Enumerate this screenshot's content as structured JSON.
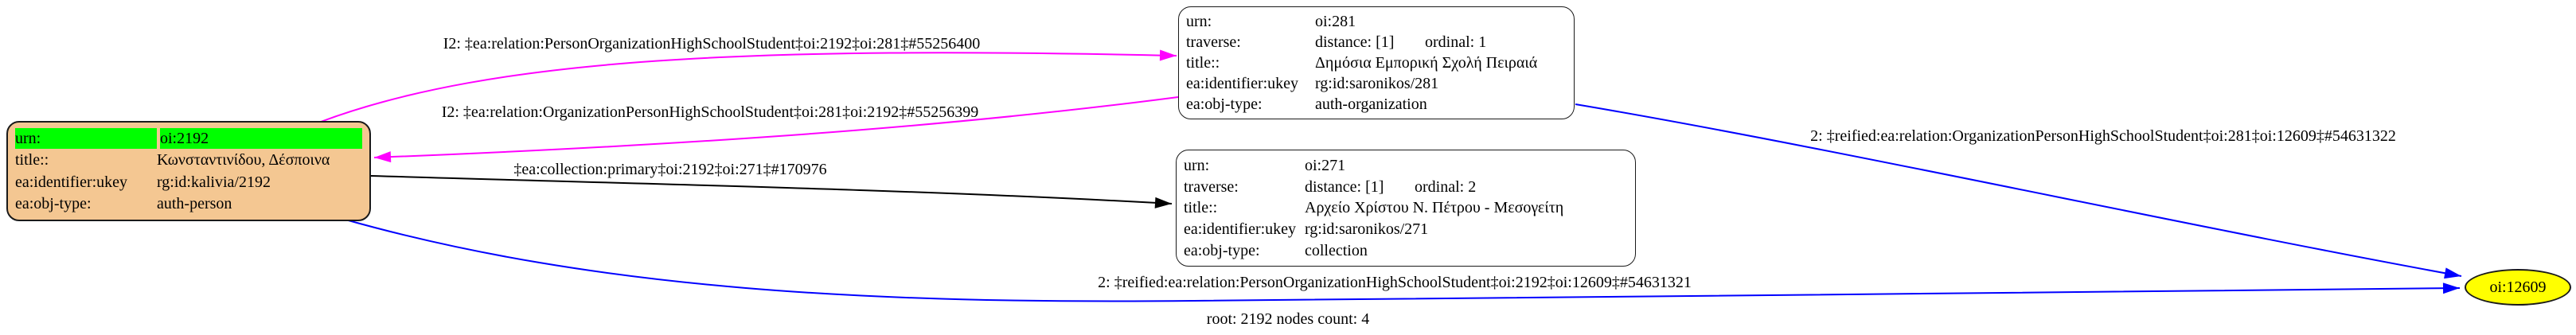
{
  "footer": "root: 2192 nodes count: 4",
  "colors": {
    "root_node_fill": "#f4c792",
    "highlight_green": "#00ff00",
    "leaf_fill": "#ffff00",
    "record_fill": "#ffffff",
    "relation_edge": "#ff00ff",
    "collection_edge": "#000000",
    "reified_edge": "#0000ff"
  },
  "nodes": {
    "root": {
      "rows": [
        {
          "key": "urn:",
          "value": "oi:2192"
        },
        {
          "key": "title::",
          "value": "Κωνσταντινίδου, Δέσποινα"
        },
        {
          "key": "ea:identifier:ukey",
          "value": "rg:id:kalivia/2192"
        },
        {
          "key": "ea:obj-type:",
          "value": "auth-person"
        }
      ]
    },
    "organization": {
      "rows": [
        {
          "key": "urn:",
          "value": "oi:281"
        },
        {
          "key": "traverse:",
          "value": "distance: [1]",
          "value2": "ordinal: 1"
        },
        {
          "key": "title::",
          "value": "Δημόσια Εμπορική Σχολή Πειραιά"
        },
        {
          "key": "ea:identifier:ukey",
          "value": "rg:id:saronikos/281"
        },
        {
          "key": "ea:obj-type:",
          "value": "auth-organization"
        }
      ]
    },
    "collection": {
      "rows": [
        {
          "key": "urn:",
          "value": "oi:271"
        },
        {
          "key": "traverse:",
          "value": "distance: [1]",
          "value2": "ordinal: 2"
        },
        {
          "key": "title::",
          "value": "Αρχείο Χρίστου Ν. Πέτρου - Μεσογείτη"
        },
        {
          "key": "ea:identifier:ukey",
          "value": "rg:id:saronikos/271"
        },
        {
          "key": "ea:obj-type:",
          "value": "collection"
        }
      ]
    },
    "leaf": {
      "label": "oi:12609"
    }
  },
  "edges": [
    {
      "id": "relation-person-org",
      "color": "#ff00ff",
      "label": "I2: ‡ea:relation:PersonOrganizationHighSchoolStudent‡oi:2192‡oi:281‡#55256400"
    },
    {
      "id": "relation-org-person",
      "color": "#ff00ff",
      "label": "I2: ‡ea:relation:OrganizationPersonHighSchoolStudent‡oi:281‡oi:2192‡#55256399"
    },
    {
      "id": "collection-primary",
      "color": "#000000",
      "label": "‡ea:collection:primary‡oi:2192‡oi:271‡#170976"
    },
    {
      "id": "reified-org-leaf",
      "color": "#0000ff",
      "label": "2: ‡reified:ea:relation:OrganizationPersonHighSchoolStudent‡oi:281‡oi:12609‡#54631322"
    },
    {
      "id": "reified-person-leaf",
      "color": "#0000ff",
      "label": "2: ‡reified:ea:relation:PersonOrganizationHighSchoolStudent‡oi:2192‡oi:12609‡#54631321"
    }
  ]
}
